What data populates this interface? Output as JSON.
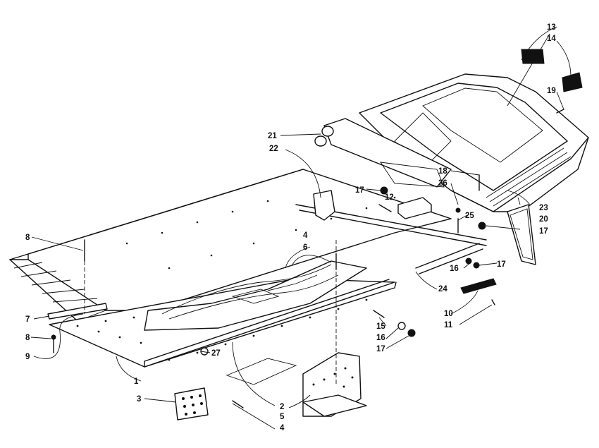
{
  "callouts": {
    "c1": "1",
    "c2": "2",
    "c3": "3",
    "c4a": "4",
    "c4b": "4",
    "c5": "5",
    "c6": "6",
    "c7": "7",
    "c8a": "8",
    "c8b": "8",
    "c9": "9",
    "c10": "10",
    "c11": "11",
    "c12": "12",
    "c13": "13",
    "c14": "14",
    "c15": "15",
    "c16a": "16",
    "c16b": "16",
    "c17a": "17",
    "c17b": "17",
    "c17c": "17",
    "c17d": "17",
    "c18": "18",
    "c19": "19",
    "c20": "20",
    "c21": "21",
    "c22": "22",
    "c23": "23",
    "c24": "24",
    "c25": "25",
    "c26": "26",
    "c27": "27"
  }
}
